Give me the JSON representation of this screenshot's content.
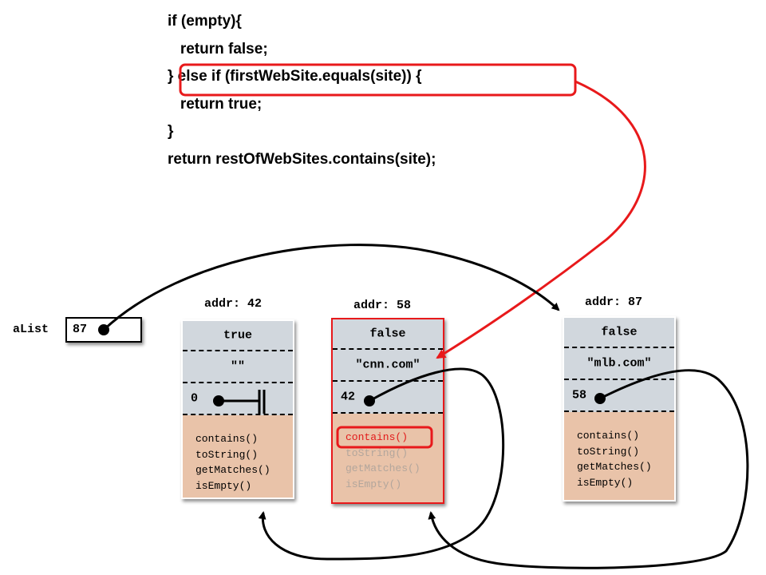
{
  "code_lines": [
    "if (empty){",
    "   return false;",
    "} else if (firstWebSite.equals(site)) {",
    "   return true;",
    "}",
    "return restOfWebSites.contains(site);"
  ],
  "variable": {
    "label": "aList",
    "value": "87"
  },
  "nodes": [
    {
      "addr": "addr: 42",
      "empty": "true",
      "site": "\"\"",
      "rest": "0",
      "methods": [
        "contains()",
        "toString()",
        "getMatches()",
        "isEmpty()"
      ]
    },
    {
      "addr": "addr: 58",
      "empty": "false",
      "site": "\"cnn.com\"",
      "rest": "42",
      "methods": [
        "contains()",
        "toString()",
        "getMatches()",
        "isEmpty()"
      ]
    },
    {
      "addr": "addr: 87",
      "empty": "false",
      "site": "\"mlb.com\"",
      "rest": "58",
      "methods": [
        "contains()",
        "toString()",
        "getMatches()",
        "isEmpty()"
      ]
    }
  ],
  "colors": {
    "highlight": "#e8191b",
    "field_bg": "#d1d7dd",
    "methods_bg": "#e9c3a9"
  }
}
